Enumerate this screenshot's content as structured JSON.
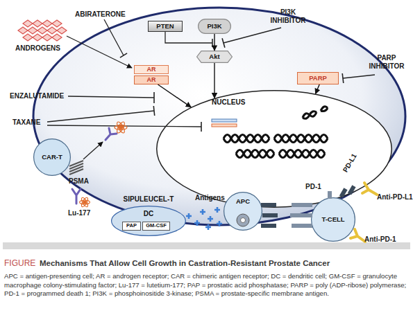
{
  "diagram": {
    "caption": "Mechanisms That Allow Cell Growth in Castration-Resistant Prostate Cancer",
    "nodes": [
      {
        "text": [
          "AR"
        ]
      },
      {
        "text": [
          "AR"
        ]
      },
      {
        "text": [
          "PTEN"
        ]
      },
      {
        "text": [
          "PI3K"
        ]
      },
      {
        "text": [
          "Akt"
        ]
      },
      {
        "text": [
          "PARP"
        ]
      },
      {
        "text": [
          "NUCLEUS"
        ]
      },
      {
        "text": [
          "CAR-T"
        ]
      },
      {
        "text": [
          "SIPULEUCEL-T",
          "DC"
        ]
      },
      {
        "text": [
          "PAP"
        ],
        "in": 8
      },
      {
        "text": [
          "GM-CSF"
        ],
        "in": 8
      },
      {
        "text": [
          "APC"
        ]
      },
      {
        "text": [
          "T-CELL"
        ]
      }
    ],
    "edges": [
      {
        "from": 1,
        "to": 6,
        "arrow": "to"
      },
      {
        "from": 3,
        "to": 4,
        "arrow": "to"
      },
      {
        "from": 4,
        "to": 6,
        "arrow": "to"
      },
      {
        "from": 5,
        "to": 6,
        "arrow": "to"
      }
    ],
    "labels": [
      "ANDROGENS",
      "ABIRATERONE",
      "ENZALUTAMIDE",
      "TAXANE",
      "PI3K INHIBITOR",
      "PARP INHIBITOR",
      "PSMA",
      "Lu-177",
      "Antigens",
      "PD-L1",
      "PD-1",
      "Anti-PD-L1",
      "Anti-PD-1",
      "FIGURE",
      "APC = antigen-presenting cell; AR = androgen receptor; CAR = chimeric antigen receptor; DC = dendritic cell; GM-CSF = granulocyte macrophage colony-stimulating factor; Lu-177 = lutetium-177; PAP = prostatic acid phosphatase; PARP = poly (ADP-ribose) polymerase; PD-1 = programmed death 1; PI3K = phosphoinositide 3-kinase; PSMA = prostate-specific membrane antigen."
    ]
  }
}
